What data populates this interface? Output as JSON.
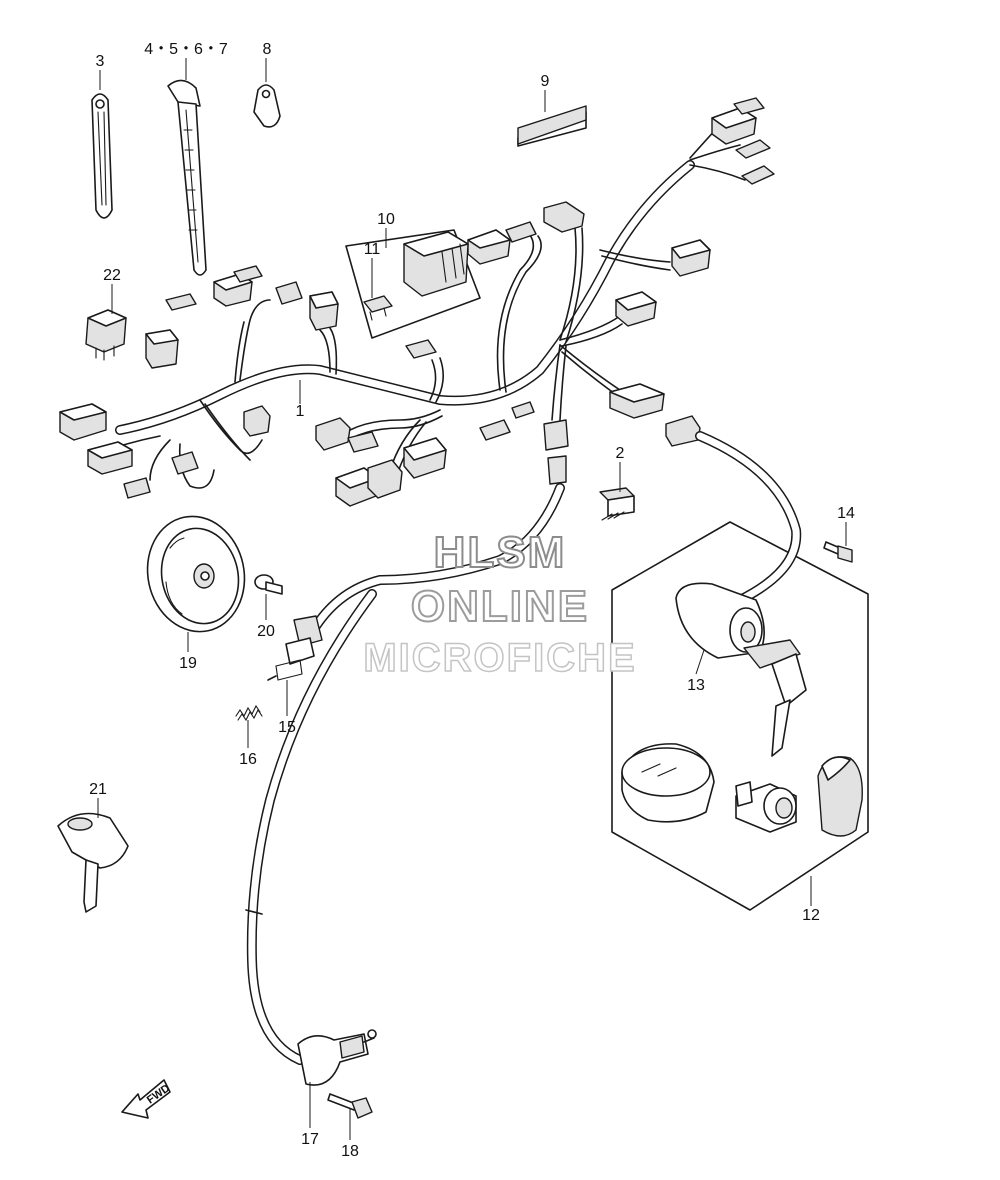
{
  "callouts": {
    "c1": "1",
    "c2": "2",
    "c3": "3",
    "c4567": "4・5・6・7",
    "c8": "8",
    "c9": "9",
    "c10": "10",
    "c11": "11",
    "c12": "12",
    "c13": "13",
    "c14": "14",
    "c15": "15",
    "c16": "16",
    "c17": "17",
    "c18": "18",
    "c19": "19",
    "c20": "20",
    "c21": "21",
    "c22": "22"
  },
  "watermark": {
    "line1": "HLSM",
    "line2": "ONLINE",
    "line3": "MICROFICHE"
  },
  "fwd_label": "FWD"
}
